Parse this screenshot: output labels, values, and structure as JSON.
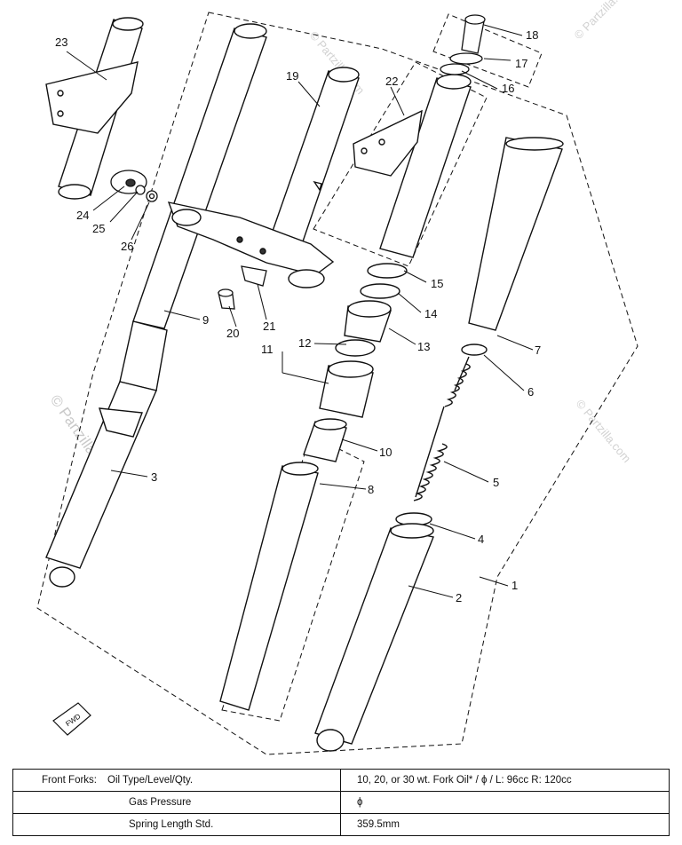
{
  "diagram": {
    "callouts": [
      "1",
      "2",
      "3",
      "4",
      "5",
      "6",
      "7",
      "8",
      "9",
      "10",
      "11",
      "12",
      "13",
      "14",
      "15",
      "16",
      "17",
      "18",
      "19",
      "20",
      "21",
      "22",
      "23",
      "24",
      "25",
      "26"
    ],
    "fwd_mark": "FWD",
    "watermark": "© Partzilla.com"
  },
  "spec_table": {
    "rows": [
      {
        "group": "Front Forks:",
        "item": "Oil Type/Level/Qty.",
        "value": "10, 20, or 30 wt. Fork Oil* / ϕ / L: 96cc   R: 120cc"
      },
      {
        "group": "",
        "item": "Gas Pressure",
        "value": "ϕ"
      },
      {
        "group": "",
        "item": "Spring Length Std.",
        "value": "359.5mm"
      }
    ]
  }
}
